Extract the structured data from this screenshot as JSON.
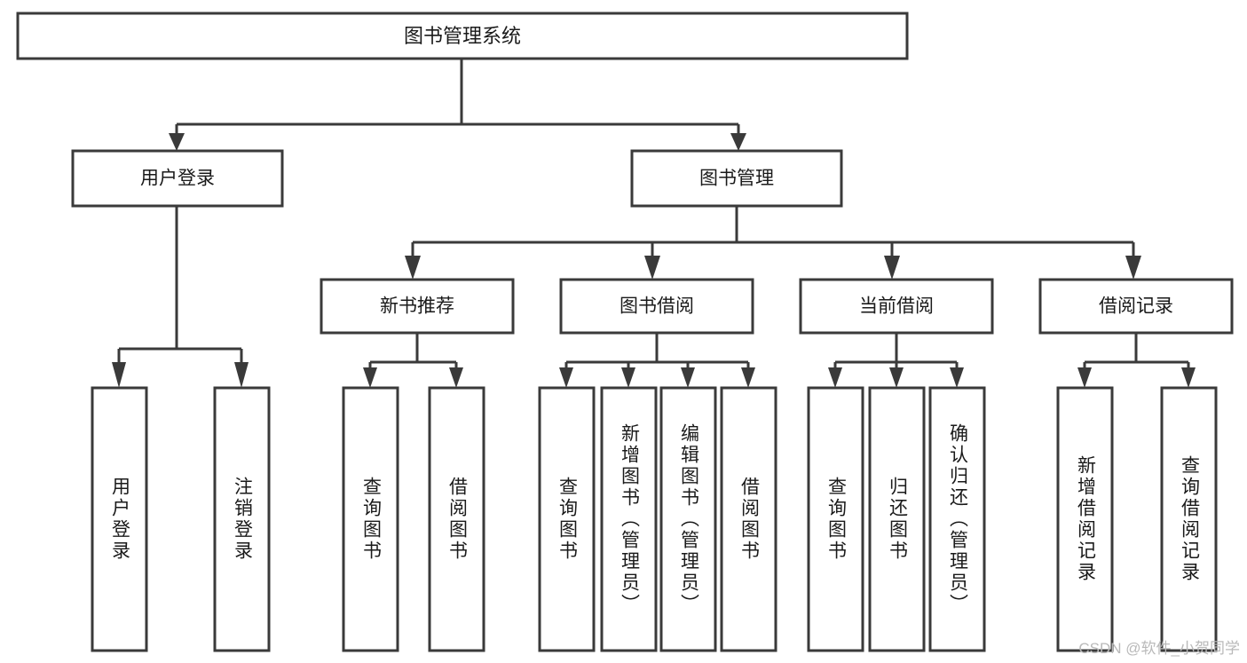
{
  "diagram": {
    "type": "tree-hierarchy",
    "title": "图书管理系统",
    "root": {
      "label": "图书管理系统"
    },
    "level2": [
      {
        "label": "用户登录"
      },
      {
        "label": "图书管理"
      }
    ],
    "level3": [
      {
        "label": "新书推荐"
      },
      {
        "label": "图书借阅"
      },
      {
        "label": "当前借阅"
      },
      {
        "label": "借阅记录"
      }
    ],
    "leaves_user_login": [
      {
        "label": "用户登录"
      },
      {
        "label": "注销登录"
      }
    ],
    "leaves_new_book": [
      {
        "label": "查询图书"
      },
      {
        "label": "借阅图书"
      }
    ],
    "leaves_borrow": [
      {
        "label": "查询图书"
      },
      {
        "label": "新增图书（管理员）"
      },
      {
        "label": "编辑图书（管理员）"
      },
      {
        "label": "借阅图书"
      }
    ],
    "leaves_current": [
      {
        "label": "查询图书"
      },
      {
        "label": "归还图书"
      },
      {
        "label": "确认归还（管理员）"
      }
    ],
    "leaves_record": [
      {
        "label": "新增借阅记录"
      },
      {
        "label": "查询借阅记录"
      }
    ]
  },
  "watermark": {
    "text": "CSDN @软件_小贺同学",
    "color": "#b9b9b9"
  },
  "style": {
    "stroke": "#3a3a3a",
    "fill": "#ffffff",
    "text": "#1a1a1a"
  }
}
